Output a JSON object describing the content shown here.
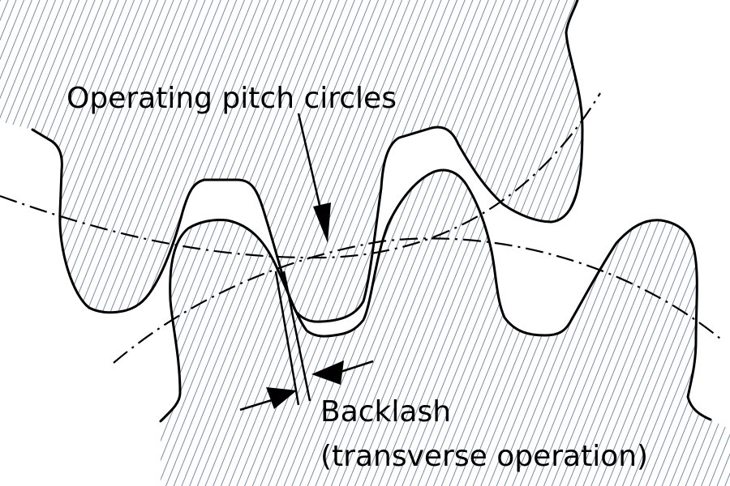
{
  "labels": {
    "pitch_circles": "Operating pitch circles",
    "backlash_line1": "Backlash",
    "backlash_line2": "(transverse operation)"
  },
  "colors": {
    "hatch": "#5a6f8c",
    "outline": "#000000",
    "background": "#ffffff"
  }
}
